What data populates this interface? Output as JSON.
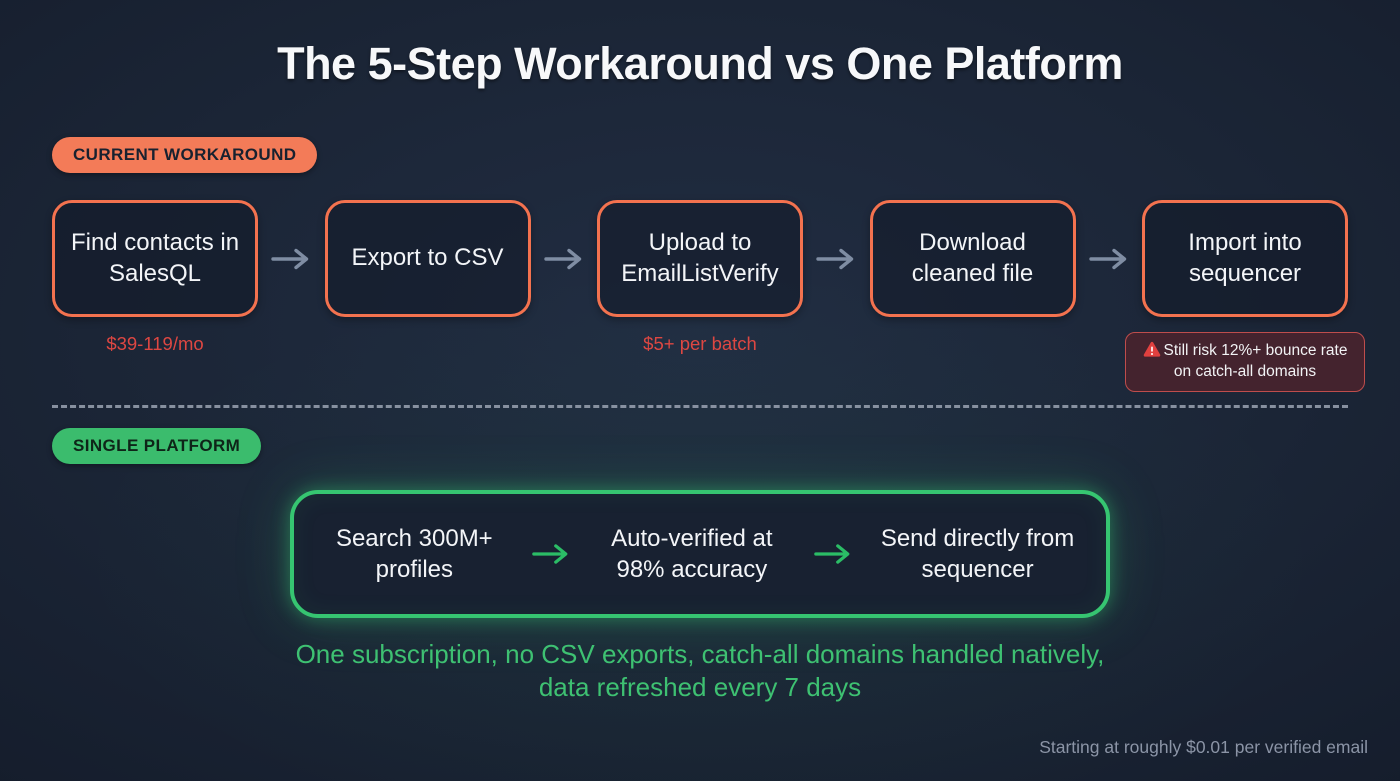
{
  "title": "The 5-Step Workaround vs One Platform",
  "workaround": {
    "badge_label": "CURRENT WORKAROUND",
    "steps": [
      {
        "label": "Find contacts in SalesQL",
        "note": "$39-119/mo"
      },
      {
        "label": "Export to CSV",
        "note": ""
      },
      {
        "label": "Upload to EmailListVerify",
        "note": "$5+ per batch"
      },
      {
        "label": "Download cleaned file",
        "note": ""
      },
      {
        "label": "Import into sequencer",
        "note": ""
      }
    ],
    "warning_text": "Still risk 12%+ bounce rate on catch-all domains"
  },
  "platform": {
    "badge_label": "SINGLE PLATFORM",
    "steps": [
      "Search 300M+ profiles",
      "Auto-verified at 98% accuracy",
      "Send directly from sequencer"
    ],
    "summary": "One subscription, no CSV exports, catch-all domains handled natively, data refreshed every 7 days",
    "footnote": "Starting at roughly $0.01 per verified email"
  },
  "colors": {
    "background": "#1b2536",
    "accent_orange": "#f3724f",
    "badge_orange": "#f37b58",
    "note_red": "#dd4742",
    "warning_bg": "#44232e",
    "warning_border": "#bf4d4c",
    "warning_icon": "#e0403f",
    "accent_green": "#36c571",
    "badge_green": "#3bbc6d",
    "summary_green": "#3ec172",
    "arrow_slate": "#7f8da3",
    "text_white": "#f3f5f8",
    "footnote_gray": "#8b94a6"
  }
}
